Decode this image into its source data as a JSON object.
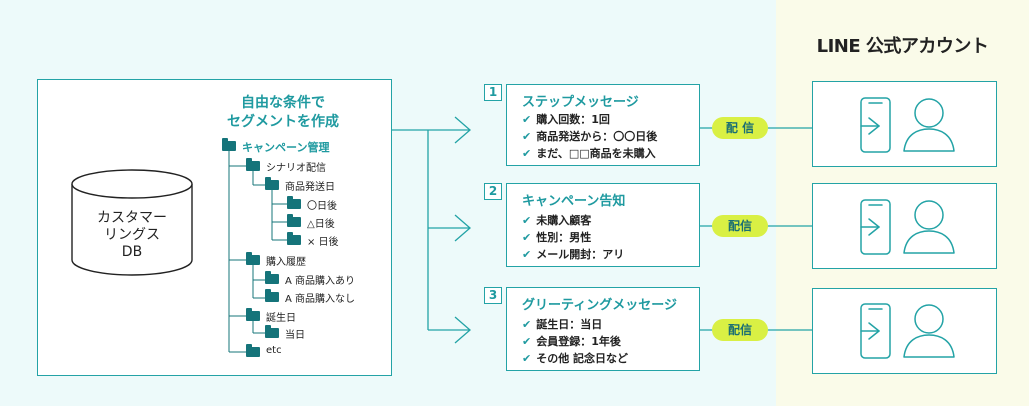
{
  "header": {
    "title": "LINE 公式アカウント"
  },
  "database": {
    "lines": [
      "カスタマー",
      "リングス",
      "DB"
    ]
  },
  "segment": {
    "heading": [
      "自由な条件で",
      "セグメントを作成"
    ],
    "tree": {
      "root": "キャンペーン管理",
      "scenario": "シナリオ配信",
      "product_sent": "商品発送日",
      "day_circle": "〇日後",
      "day_triangle": "△日後",
      "day_cross": "× 日後",
      "purchase_history": "購入履歴",
      "purchased": "A 商品購入あり",
      "not_purchased": "A 商品購入なし",
      "birthday": "誕生日",
      "today": "当日",
      "etc": "etc"
    }
  },
  "messages": [
    {
      "number": "1",
      "title": "ステップメッセージ",
      "lines": [
        "購入回数：1回",
        "商品発送から：〇〇日後",
        "まだ、□□商品を未購入"
      ],
      "delivery_label": "配 信"
    },
    {
      "number": "2",
      "title": "キャンペーン告知",
      "lines": [
        "未購入顧客",
        "性別：男性",
        "メール開封：アリ"
      ],
      "delivery_label": "配信"
    },
    {
      "number": "3",
      "title": "グリーティングメッセージ",
      "lines": [
        "誕生日：当日",
        "会員登録：1年後",
        "その他 記念日など"
      ],
      "delivery_label": "配信"
    }
  ],
  "colors": {
    "teal": "#23a3a6",
    "dark_teal": "#15747a",
    "pill": "#d9f044",
    "left_bg": "#edfafa",
    "right_bg": "#fafbe9"
  }
}
